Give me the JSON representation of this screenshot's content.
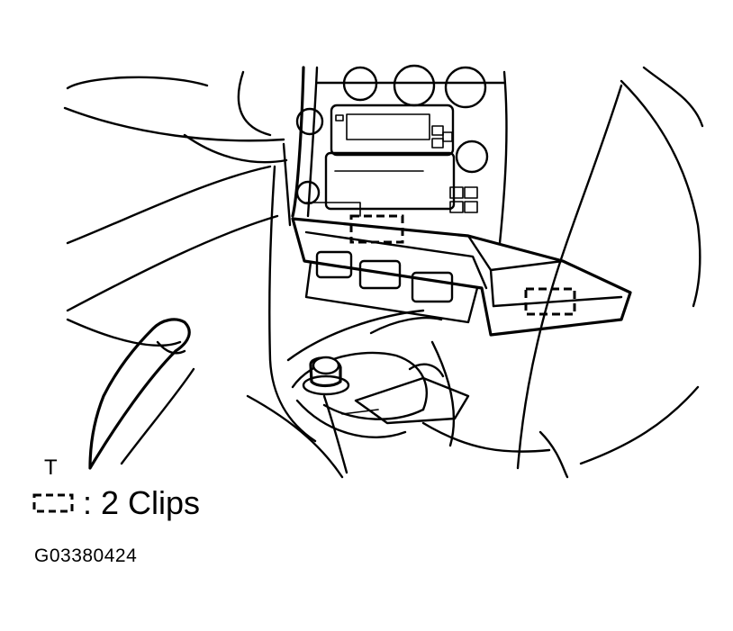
{
  "diagram": {
    "view_letter": "T",
    "legend": {
      "symbol": "dashed-rectangle-clip-icon",
      "label": ":  2 Clips"
    },
    "figure_code": "G03380424"
  }
}
